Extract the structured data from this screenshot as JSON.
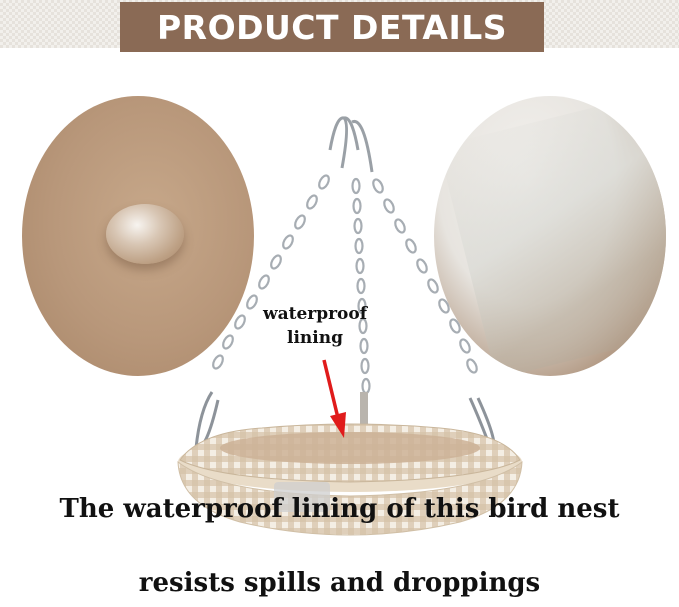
{
  "banner": {
    "title": "PRODUCT DETAILS"
  },
  "callout": {
    "line1": "waterproof",
    "line2": "lining",
    "arrow_color": "#e01b1b"
  },
  "caption": {
    "line1": "The waterproof lining of this bird nest",
    "line2": "resists spills and droppings"
  },
  "colors": {
    "banner_bg": "#8a6a55",
    "fabric_tan": "#b8977a",
    "check_tan": "#d6c2a8"
  },
  "images": [
    "waterproof-fabric-droplet",
    "wet-fabric-closeup",
    "hanging-bird-nest"
  ]
}
